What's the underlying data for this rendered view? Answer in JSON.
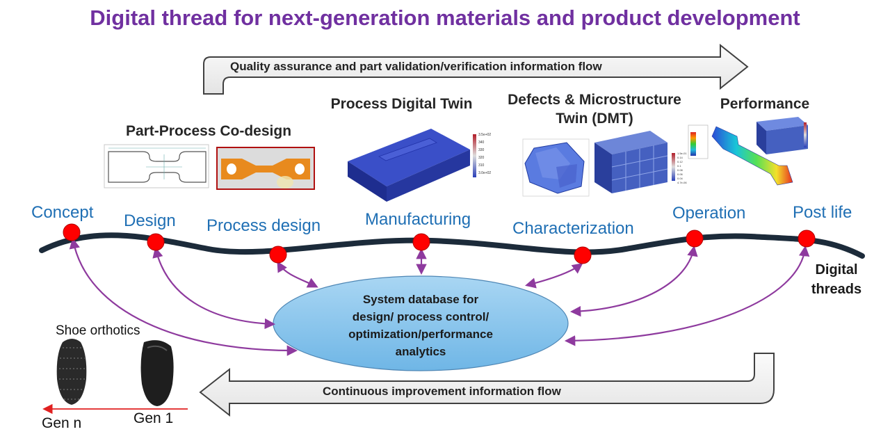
{
  "title": "Digital thread for next-generation materials and product development",
  "top_flow": "Quality assurance and part validation/verification information flow",
  "bottom_flow": "Continuous improvement information flow",
  "headings": {
    "codesign": "Part-Process Co-design",
    "process_twin": "Process Digital Twin",
    "dmt_line1": "Defects & Microstructure",
    "dmt_line2": "Twin (DMT)",
    "performance": "Performance"
  },
  "stages": [
    "Concept",
    "Design",
    "Process design",
    "Manufacturing",
    "Characterization",
    "Operation",
    "Post life"
  ],
  "database": {
    "line1": "System database for",
    "line2": "design/ process control/",
    "line3": "optimization/performance",
    "line4": "analytics"
  },
  "digital_threads": {
    "line1": "Digital",
    "line2": "threads"
  },
  "shoe_label": "Shoe orthotics",
  "gen_n": "Gen n",
  "gen_1": "Gen 1",
  "colorbar_labels": {
    "process_top": "3.5e+02",
    "process_ticks": [
      "340",
      "330",
      "320",
      "310"
    ],
    "process_bottom": "3.0e+02",
    "dmt_top": "1.5e-01",
    "dmt_ticks": [
      "0.14",
      "0.12",
      "0.1",
      "0.08",
      "0.06",
      "0.04"
    ],
    "dmt_bottom": "4.7e-06"
  },
  "colors": {
    "title": "#7030a0",
    "stage_text": "#1f6fb4",
    "node": "#ff0000",
    "link_arrow": "#8e3a9e",
    "ellipse_fill": "#8ec8ee"
  }
}
